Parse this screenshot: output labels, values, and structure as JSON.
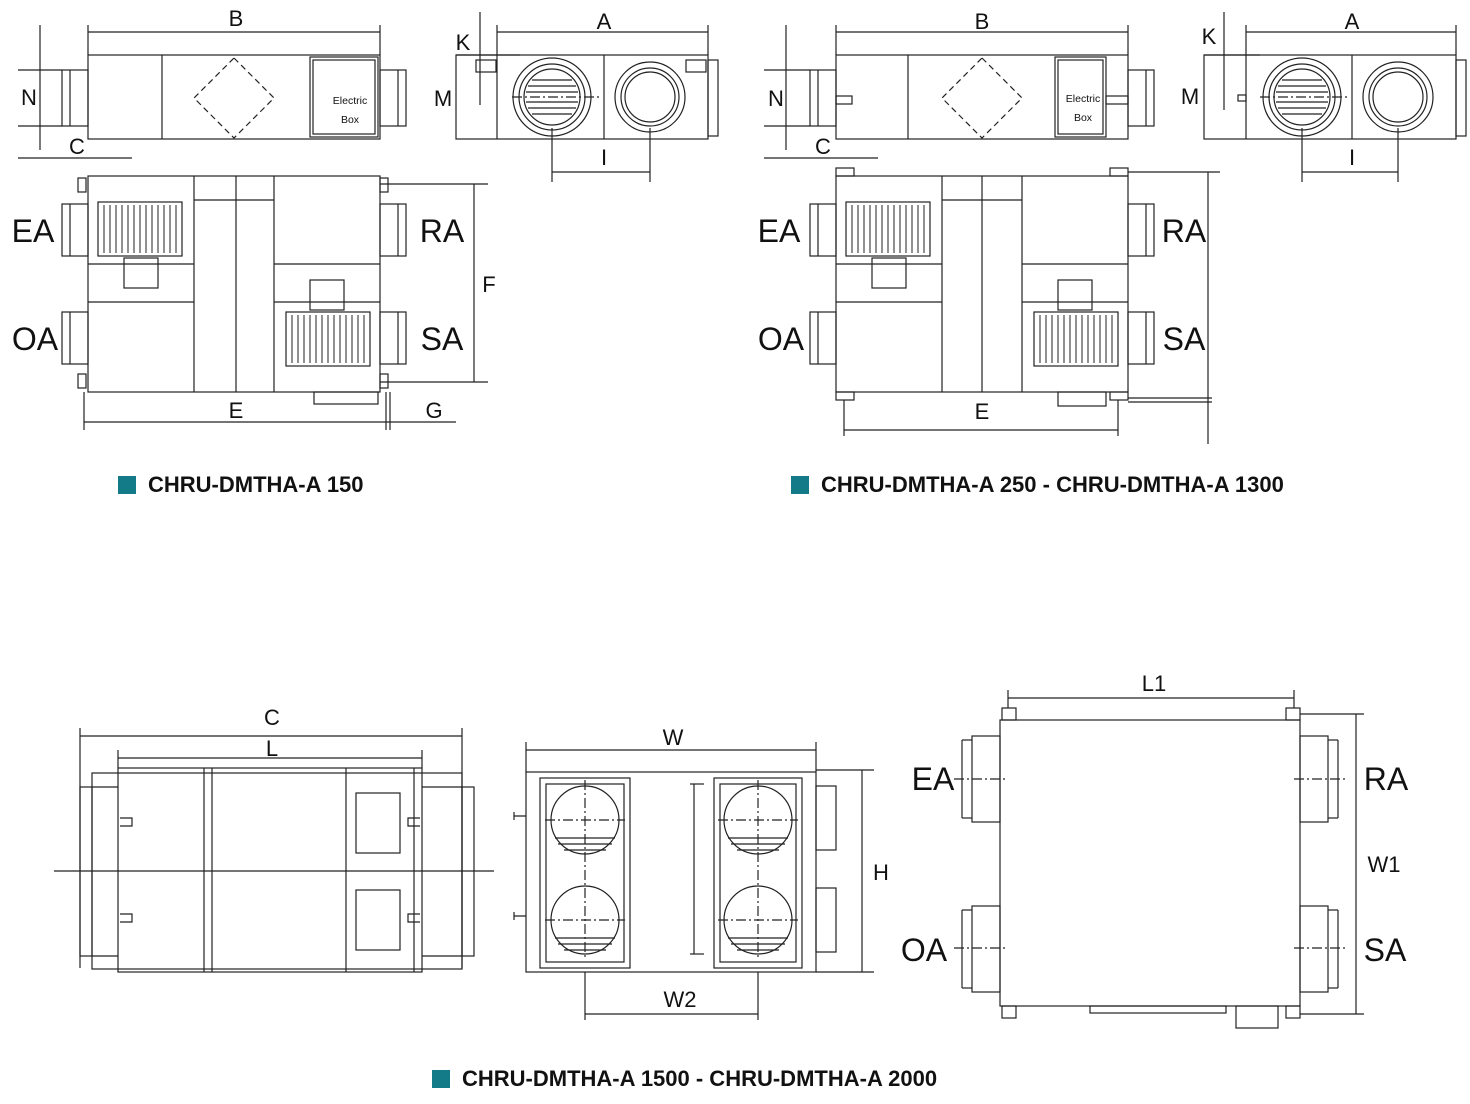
{
  "accent_color": "#137a87",
  "captions": {
    "model_150": "CHRU-DMTHA-A 150",
    "model_250_1300": "CHRU-DMTHA-A 250 - CHRU-DMTHA-A 1300",
    "model_1500_2000": "CHRU-DMTHA-A 1500 - CHRU-DMTHA-A 2000"
  },
  "dimension_labels": {
    "A": "A",
    "B": "B",
    "C": "C",
    "E": "E",
    "F": "F",
    "G": "G",
    "H": "H",
    "I": "I",
    "K": "K",
    "L": "L",
    "L1": "L1",
    "M": "M",
    "N": "N",
    "W": "W",
    "W1": "W1",
    "W2": "W2"
  },
  "port_labels": {
    "EA": "EA",
    "RA": "RA",
    "OA": "OA",
    "SA": "SA"
  },
  "electric_box": {
    "line1": "Electric",
    "line2": "Box"
  },
  "icons": {
    "caption_marker": "square-bullet-icon"
  }
}
